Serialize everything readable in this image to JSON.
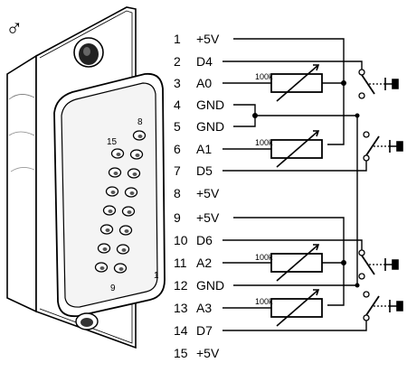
{
  "gender_symbol": "♂",
  "connector": {
    "label_pin_8": "8",
    "label_pin_15": "15",
    "label_pin_9": "9",
    "label_pin_1": "1"
  },
  "pins": [
    {
      "num": "1",
      "signal": "+5V"
    },
    {
      "num": "2",
      "signal": "D4"
    },
    {
      "num": "3",
      "signal": "A0"
    },
    {
      "num": "4",
      "signal": "GND"
    },
    {
      "num": "5",
      "signal": "GND"
    },
    {
      "num": "6",
      "signal": "A1"
    },
    {
      "num": "7",
      "signal": "D5"
    },
    {
      "num": "8",
      "signal": "+5V"
    },
    {
      "num": "9",
      "signal": "+5V"
    },
    {
      "num": "10",
      "signal": "D6"
    },
    {
      "num": "11",
      "signal": "A2"
    },
    {
      "num": "12",
      "signal": "GND"
    },
    {
      "num": "13",
      "signal": "A3"
    },
    {
      "num": "14",
      "signal": "D7"
    },
    {
      "num": "15",
      "signal": "+5V"
    }
  ],
  "resistors": [
    {
      "value": "100k"
    },
    {
      "value": "100k"
    },
    {
      "value": "100k"
    },
    {
      "value": "100k"
    }
  ]
}
